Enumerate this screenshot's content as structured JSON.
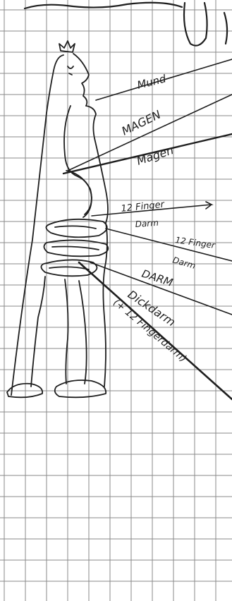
{
  "labels": {
    "mund": "Mund",
    "magen_caps": "MAGEN",
    "magen": "Magen",
    "zwoelf_finger_1": "12 Finger",
    "darm_1": "Darm",
    "zwoelf_finger_2": "12 Finger",
    "darm_2": "Darm",
    "darm_caps": "DARM",
    "dickdarm": "Dickdarm",
    "dickdarm_note": "(+ 12 Fingerdarm)"
  },
  "colors": {
    "paper": "#ffffff",
    "grid": "#8a8a8a",
    "ink": "#1e1e1e"
  }
}
